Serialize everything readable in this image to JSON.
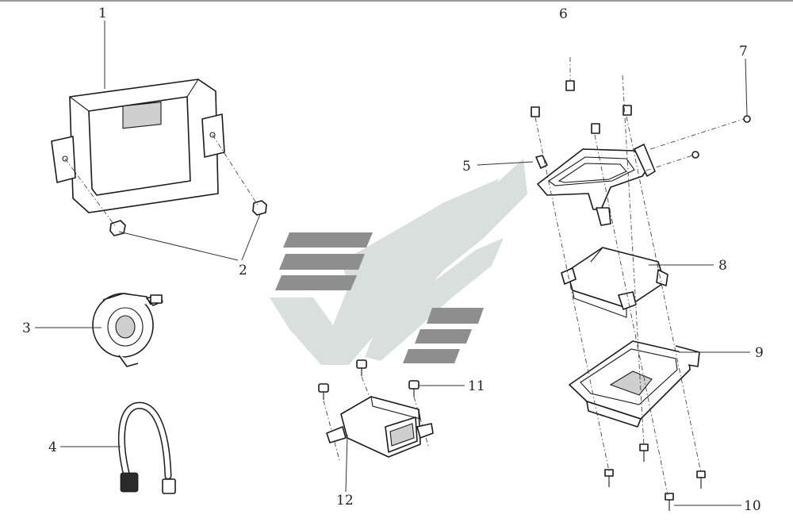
{
  "diagram": {
    "callouts": {
      "c1": "1",
      "c2": "2",
      "c3": "3",
      "c4": "4",
      "c5": "5",
      "c6": "6",
      "c7": "7",
      "c8": "8",
      "c9": "9",
      "c10": "10",
      "c11": "11",
      "c12": "12"
    },
    "colors": {
      "line": "#1a1a1a",
      "watermark_dark": "#8e8e8e",
      "watermark_light": "#d9dfdc"
    }
  }
}
